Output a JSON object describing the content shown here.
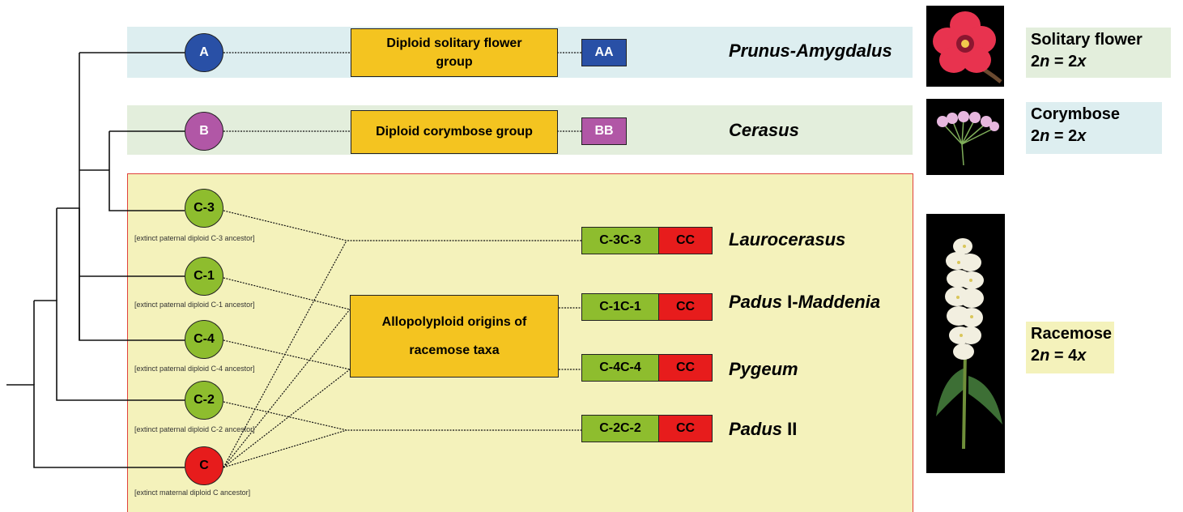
{
  "nodes": {
    "a": "A",
    "b": "B",
    "c3": "C-3",
    "c1": "C-1",
    "c4": "C-4",
    "c2": "C-2",
    "c": "C"
  },
  "captions": {
    "c3": "[extinct paternal diploid C-3 ancestor]",
    "c1": "[extinct paternal diploid C-1 ancestor]",
    "c4": "[extinct paternal diploid C-4 ancestor]",
    "c2": "[extinct paternal diploid C-2 ancestor]",
    "c": "[extinct maternal diploid C ancestor]"
  },
  "groups": {
    "solitary_line1": "Diploid  solitary flower",
    "solitary_line2": "group",
    "corymbose": "Diploid  corymbose group",
    "allo_line1": "Allopolyploid  origins of",
    "allo_line2": "racemose taxa"
  },
  "genomes": {
    "aa": "AA",
    "bb": "BB",
    "c3": "C-3C-3",
    "c1": "C-1C-1",
    "c4": "C-4C-4",
    "c2": "C-2C-2",
    "cc": "CC"
  },
  "taxa": {
    "prunus": "Prunus-Amygdalus",
    "cerasus": "Cerasus",
    "laurocerasus": "Laurocerasus",
    "padus1_a": "Padus",
    "padus1_b": " I-",
    "padus1_c": "Maddenia",
    "pygeum": "Pygeum",
    "padus2_a": "Padus",
    "padus2_b": " II"
  },
  "legend": {
    "solitary": {
      "title": "Solitary flower",
      "a": "2",
      "n": "n",
      "eq": " = 2",
      "x": "x"
    },
    "corymbose": {
      "title": "Corymbose",
      "a": "2",
      "n": "n",
      "eq": " = 2",
      "x": "x"
    },
    "racemose": {
      "title": "Racemose",
      "a": "2",
      "n": "n",
      "eq": " = 4",
      "x": "x"
    }
  },
  "colors": {
    "blue": "#2950a6",
    "purple": "#b157a6",
    "green": "#8ebd2e",
    "red": "#e71c1c",
    "gold": "#f4c420"
  }
}
